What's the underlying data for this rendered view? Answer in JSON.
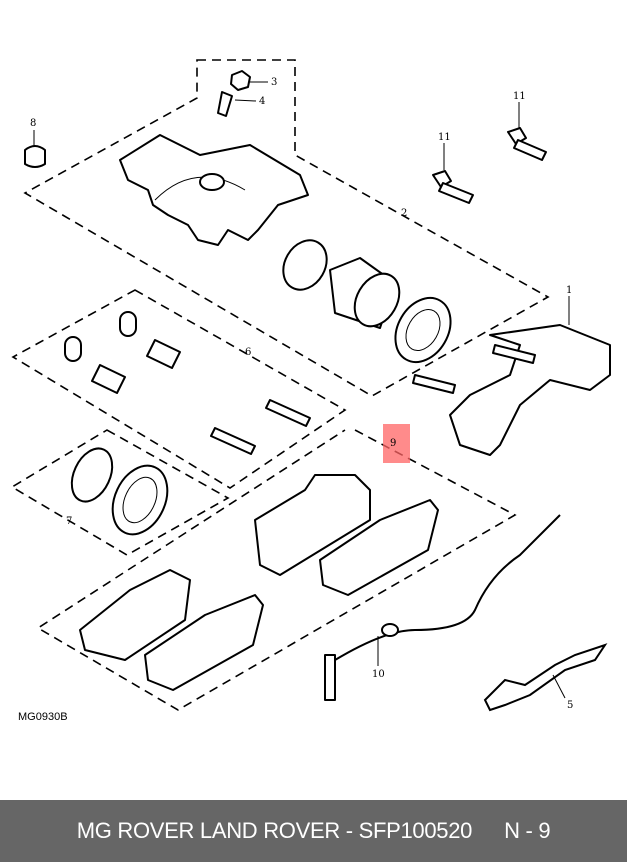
{
  "diagram": {
    "labels": {
      "l1": "1",
      "l2": "2",
      "l3": "3",
      "l4": "4",
      "l5": "5",
      "l6": "6",
      "l7": "7",
      "l8": "8",
      "l9": "9",
      "l10": "10",
      "l11a": "11",
      "l11b": "11"
    },
    "drawing_code": "MG0930B",
    "highlighted_part": "9",
    "highlight_color": "#ff6464"
  },
  "footer": {
    "brand": "MG ROVER LAND ROVER - SFP100520",
    "ref": "N - 9",
    "background": "#666666"
  }
}
